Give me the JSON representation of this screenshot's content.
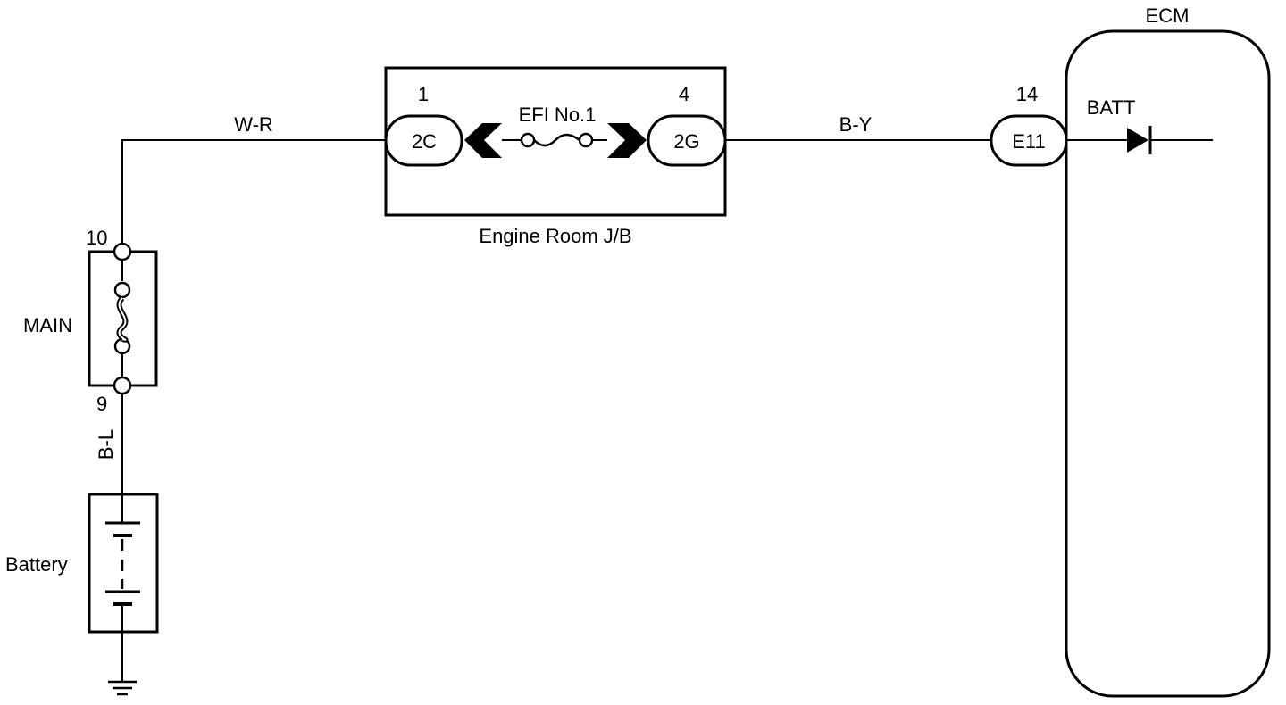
{
  "diagram": {
    "wires": {
      "main_to_jb": "W-R",
      "jb_to_ecm": "B-Y",
      "battery_to_main": "B-L"
    },
    "main_fuse": {
      "label": "MAIN",
      "terminal_top": "10",
      "terminal_bottom": "9"
    },
    "battery": {
      "label": "Battery"
    },
    "junction_block": {
      "label": "Engine Room J/B",
      "fuse_label": "EFI No.1",
      "left_pin": "1",
      "left_connector": "2C",
      "right_pin": "4",
      "right_connector": "2G"
    },
    "ecm": {
      "label": "ECM",
      "pin": "14",
      "connector": "E11",
      "terminal": "BATT"
    }
  }
}
